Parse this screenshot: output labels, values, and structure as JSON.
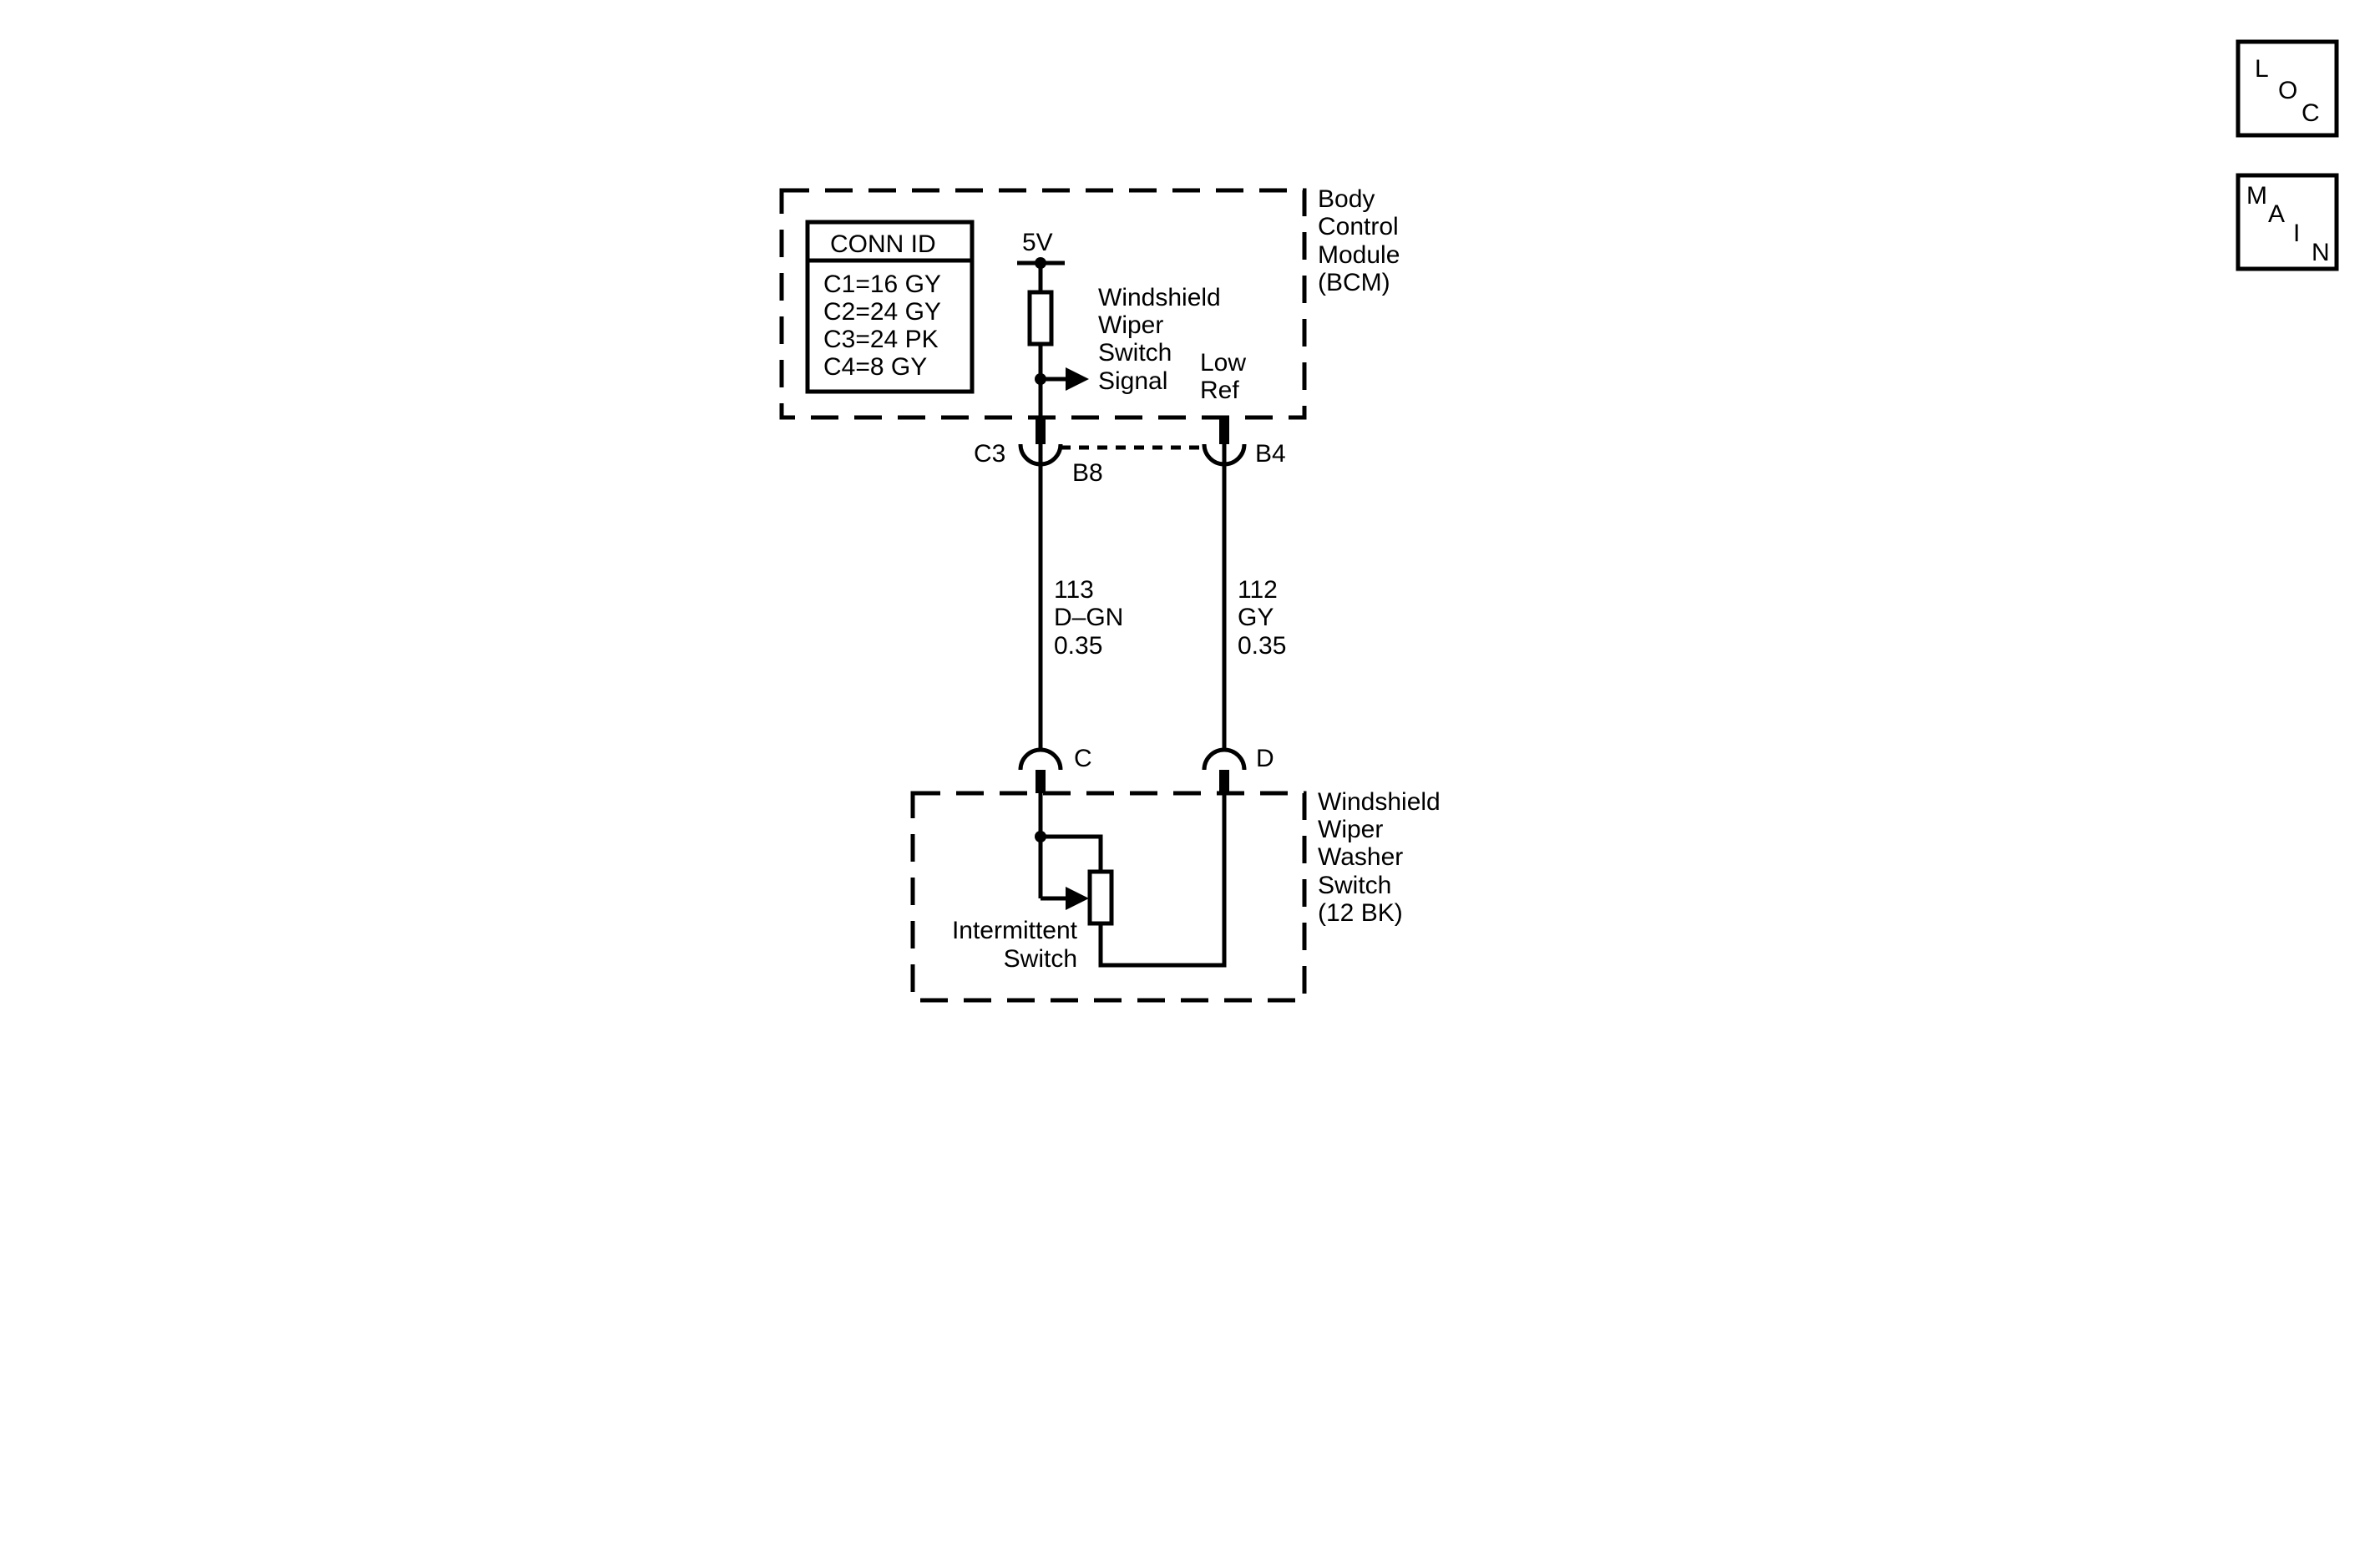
{
  "nav": {
    "loc": [
      "L",
      "O",
      "C"
    ],
    "main": [
      "M",
      "A",
      "I",
      "N"
    ]
  },
  "bcm": {
    "name": [
      "Body",
      "Control",
      "Module",
      "(BCM)"
    ],
    "conn_id": {
      "title": "CONN ID",
      "rows": [
        "C1=16 GY",
        "C2=24 GY",
        "C3=24 PK",
        "C4=8 GY"
      ]
    },
    "supply": "5V",
    "signal": [
      "Windshield",
      "Wiper",
      "Switch",
      "Signal"
    ],
    "low_ref": [
      "Low",
      "Ref"
    ]
  },
  "connectors": {
    "bcm_left_id": "C3",
    "bcm_left_pin": "B8",
    "bcm_right_pin": "B4",
    "switch_left_pin": "C",
    "switch_right_pin": "D"
  },
  "wires": [
    {
      "circuit": "113",
      "color": "D–GN",
      "size": "0.35"
    },
    {
      "circuit": "112",
      "color": "GY",
      "size": "0.35"
    }
  ],
  "switch": {
    "name": [
      "Windshield",
      "Wiper",
      "Washer",
      "Switch",
      "(12 BK)"
    ],
    "component": [
      "Intermittent",
      "Switch"
    ]
  }
}
